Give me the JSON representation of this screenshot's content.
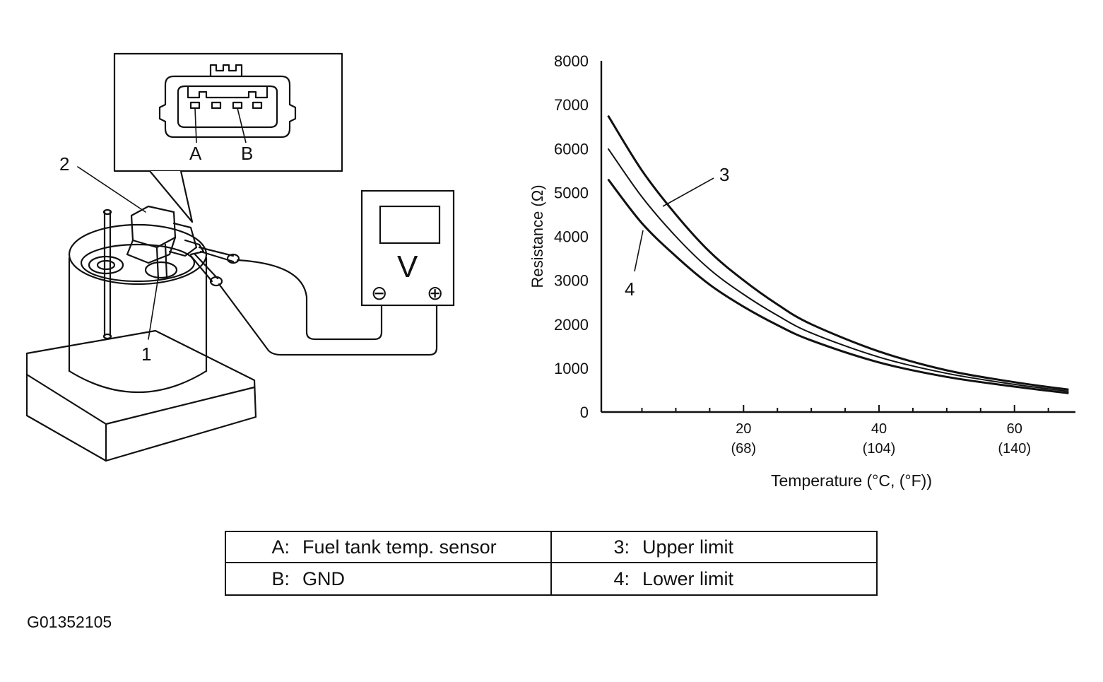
{
  "callouts": {
    "c1": "1",
    "c2": "2",
    "c3": "3",
    "c4": "4",
    "pinA": "A",
    "pinB": "B"
  },
  "meter": {
    "symbol": "V",
    "neg": "⊖",
    "pos": "⊕"
  },
  "chart_data": {
    "type": "line",
    "title": "",
    "ylabel": "Resistance (Ω)",
    "xlabel": "Temperature (°C, (°F))",
    "ylim": [
      0,
      8000
    ],
    "xlim": [
      -1,
      69
    ],
    "y_ticks": [
      "0",
      "1000",
      "2000",
      "3000",
      "4000",
      "5000",
      "6000",
      "7000",
      "8000"
    ],
    "x_ticks": [
      {
        "value": 20,
        "label": "20",
        "sub": "(68)"
      },
      {
        "value": 40,
        "label": "40",
        "sub": "(104)"
      },
      {
        "value": 60,
        "label": "60",
        "sub": "(140)"
      }
    ],
    "x": [
      0,
      5,
      10,
      15,
      20,
      25,
      30,
      40,
      50,
      60,
      68
    ],
    "series": [
      {
        "name": "3",
        "values": [
          6750,
          5500,
          4500,
          3650,
          3000,
          2450,
          2000,
          1380,
          950,
          680,
          510
        ]
      },
      {
        "name": "",
        "values": [
          6000,
          4900,
          4000,
          3250,
          2680,
          2200,
          1800,
          1250,
          880,
          630,
          470
        ]
      },
      {
        "name": "4",
        "values": [
          5300,
          4300,
          3550,
          2900,
          2400,
          1980,
          1630,
          1130,
          800,
          580,
          430
        ]
      }
    ]
  },
  "legend": {
    "rows": [
      {
        "k1": "A:",
        "v1": "Fuel tank temp. sensor",
        "k2": "3:",
        "v2": "Upper limit"
      },
      {
        "k1": "B:",
        "v1": "GND",
        "k2": "4:",
        "v2": "Lower limit"
      }
    ]
  },
  "figure_code": "G01352105",
  "colors": {
    "ink": "#111111",
    "background": "#ffffff"
  }
}
